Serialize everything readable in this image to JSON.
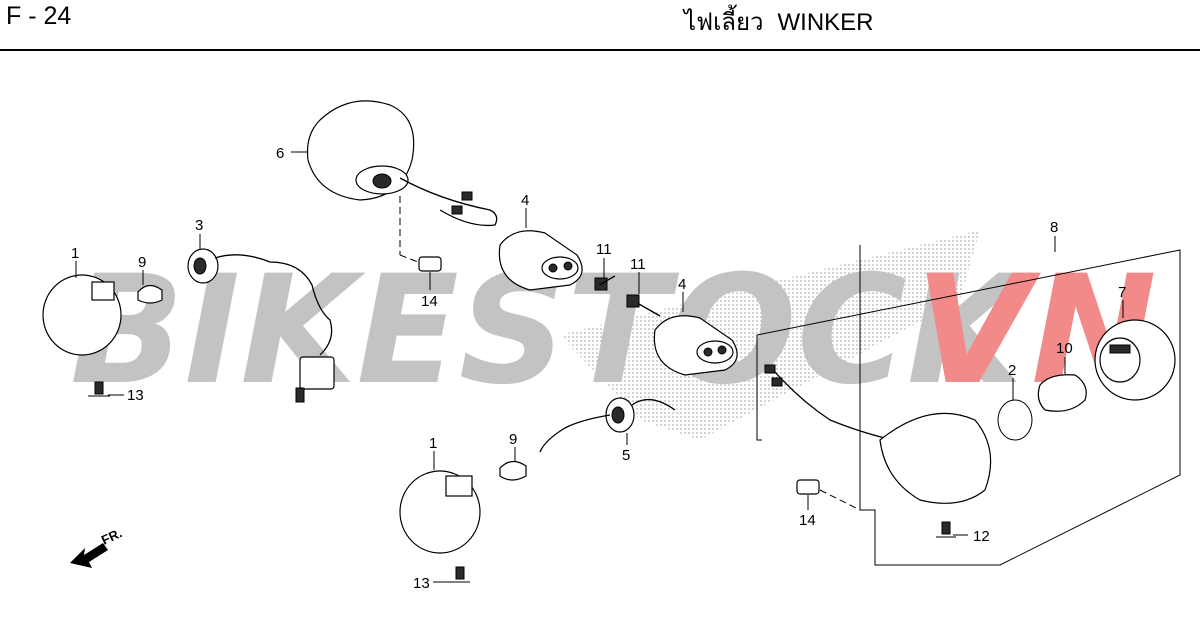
{
  "header": {
    "page_code": "F - 24",
    "title_thai": "ไฟเลี้ยว",
    "title_en": "WINKER"
  },
  "watermark": {
    "text_gray": "BIKESTOCK",
    "text_red": "VN",
    "color_gray": "#b0b0b0",
    "color_red": "#f06464"
  },
  "direction_marker": {
    "label": "FR."
  },
  "callouts": {
    "c6": "6",
    "c3": "3",
    "c4a": "4",
    "c4b": "4",
    "c8": "8",
    "c7": "7",
    "c1a": "1",
    "c9a": "9",
    "c11a": "11",
    "c11b": "11",
    "c10": "10",
    "c2": "2",
    "c14a": "14",
    "c13a": "13",
    "c9b": "9",
    "c1b": "1",
    "c5": "5",
    "c14b": "14",
    "c12": "12",
    "c13b": "13"
  }
}
